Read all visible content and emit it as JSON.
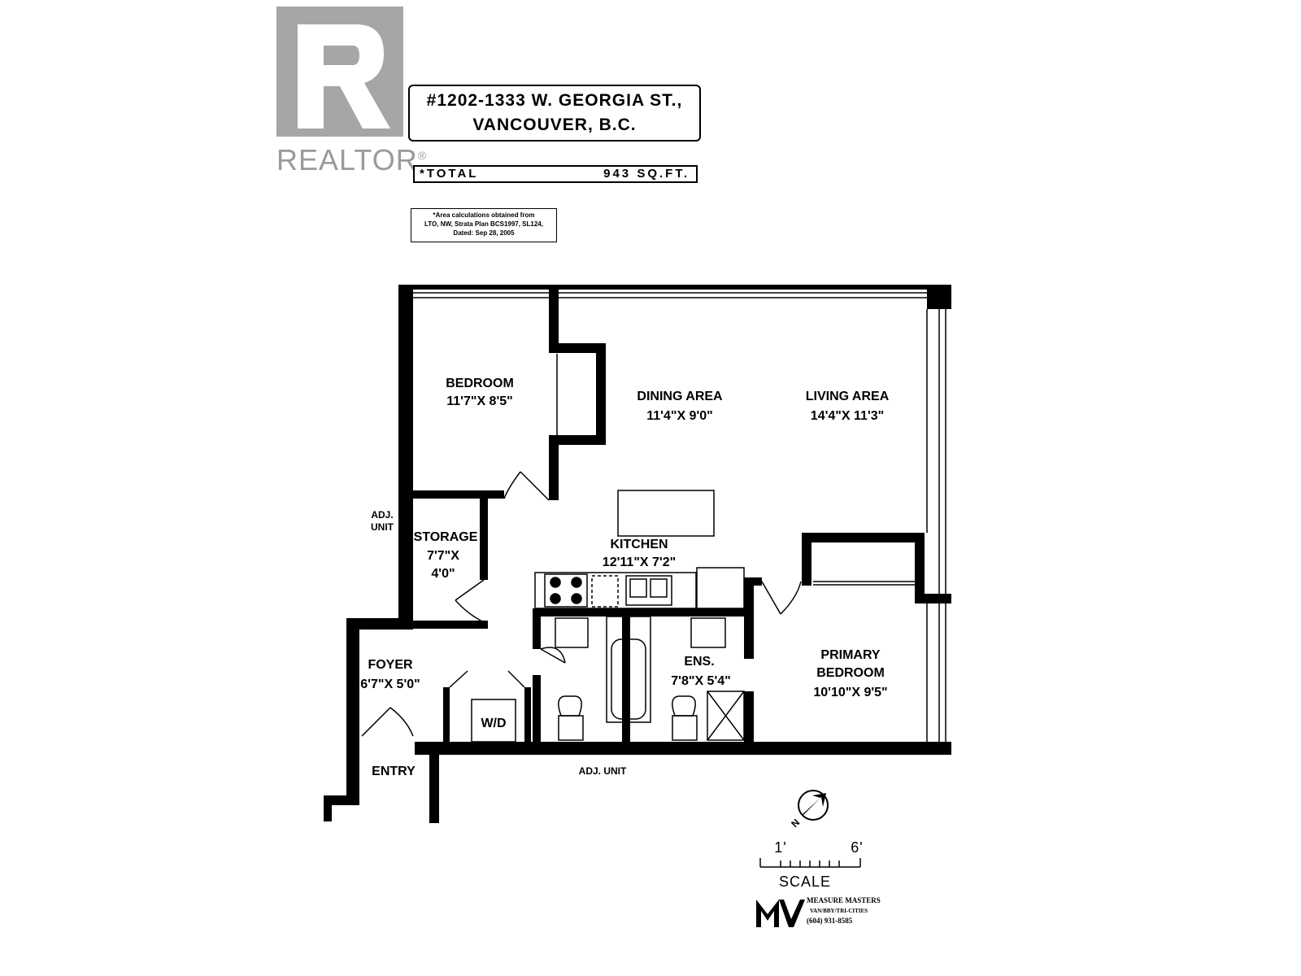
{
  "header": {
    "logo_text": "REALTOR",
    "address_line1": "#1202-1333 W. GEORGIA ST.,",
    "address_line2": "VANCOUVER, B.C.",
    "total_label": "*TOTAL",
    "total_value": "943 SQ.FT.",
    "area_note_1": "*Area calculations obtained from",
    "area_note_2": "LTO, NW, Strata Plan BCS1997, SL124,",
    "area_note_3": "Dated: Sep 28, 2005"
  },
  "rooms": {
    "bedroom_name": "BEDROOM",
    "bedroom_dim": "11'7\"X 8'5\"",
    "dining_name": "DINING AREA",
    "dining_dim": "11'4\"X 9'0\"",
    "living_name": "LIVING AREA",
    "living_dim": "14'4\"X 11'3\"",
    "storage_name": "STORAGE",
    "storage_dim1": "7'7\"X",
    "storage_dim2": "4'0\"",
    "kitchen_name": "KITCHEN",
    "kitchen_dim": "12'11\"X 7'2\"",
    "foyer_name": "FOYER",
    "foyer_dim": "6'7\"X 5'0\"",
    "ensuite_name": "ENS.",
    "ensuite_dim": "7'8\"X 5'4\"",
    "primary_name1": "PRIMARY",
    "primary_name2": "BEDROOM",
    "primary_dim": "10'10\"X 9'5\"",
    "wd_label": "W/D",
    "entry_label": "ENTRY",
    "adj_unit_1a": "ADJ.",
    "adj_unit_1b": "UNIT",
    "adj_unit_2": "ADJ. UNIT"
  },
  "legend": {
    "north_label": "N",
    "scale_start": "1'",
    "scale_end": "6'",
    "scale_label": "SCALE",
    "company_name": "MEASURE MASTERS",
    "company_area": "VAN/BBY/TRI-CITIES",
    "company_phone": "(604) 931-8585"
  }
}
